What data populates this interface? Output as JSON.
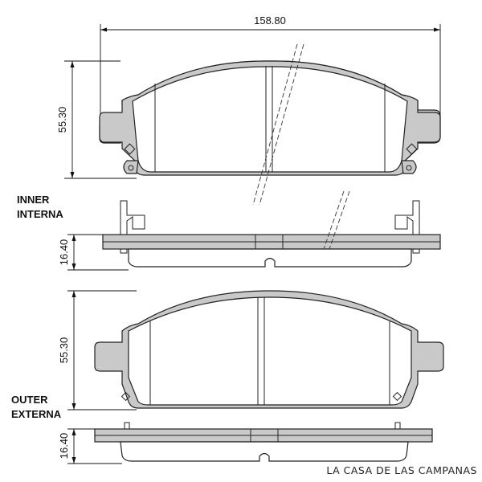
{
  "dimensions": {
    "width": "158.80",
    "height_inner": "55.30",
    "thickness_inner": "16.40",
    "height_outer": "55.30",
    "thickness_outer": "16.40"
  },
  "labels": {
    "inner_en": "INNER",
    "inner_es": "INTERNA",
    "outer_en": "OUTER",
    "outer_es": "EXTERNA"
  },
  "watermark": "LA CASA DE LAS CAMPANAS",
  "colors": {
    "backing_plate": "#c9c9c9",
    "friction_lining": "#ffffff",
    "outline": "#222222"
  }
}
